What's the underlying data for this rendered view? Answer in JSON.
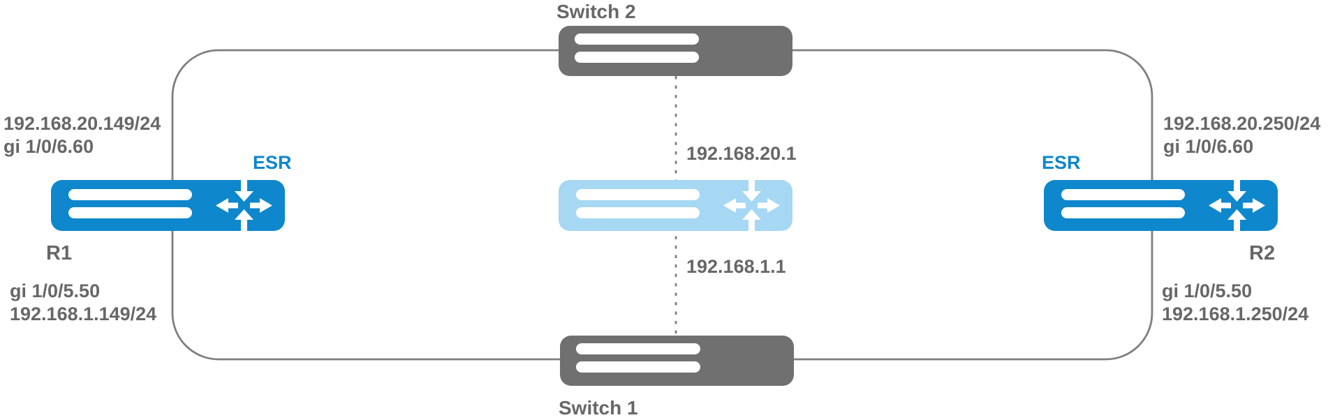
{
  "diagram": {
    "kind": "network-topology",
    "colors": {
      "router_fill": "#0e87cd",
      "virtual_router_fill": "#a6d7f3",
      "switch_fill": "#707070",
      "line": "#7f7f7f",
      "label_text": "#676767",
      "esr_label": "#0e87cd"
    },
    "devices": {
      "switch_top": {
        "label": "Switch 2"
      },
      "switch_bottom": {
        "label": "Switch 1"
      },
      "router_left": {
        "name": "R1",
        "brand_label": "ESR",
        "top_ip": "192.168.20.149/24",
        "top_interface": "gi 1/0/6.60",
        "bottom_interface": "gi 1/0/5.50",
        "bottom_ip": "192.168.1.149/24"
      },
      "router_right": {
        "name": "R2",
        "brand_label": "ESR",
        "top_ip": "192.168.20.250/24",
        "top_interface": "gi 1/0/6.60",
        "bottom_interface": "gi 1/0/5.50",
        "bottom_ip": "192.168.1.250/24"
      },
      "router_virtual": {
        "vip_top": "192.168.20.1",
        "vip_bottom": "192.168.1.1"
      }
    }
  }
}
